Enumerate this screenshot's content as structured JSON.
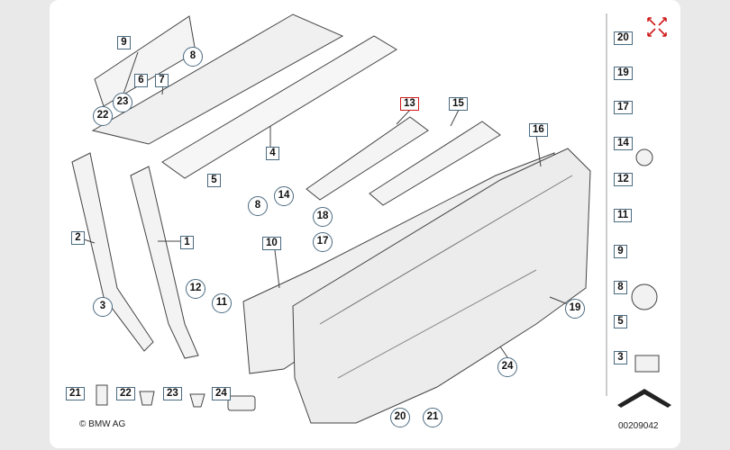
{
  "diagram": {
    "labels": {
      "l1": "1",
      "l2": "2",
      "l3": "3",
      "l4": "4",
      "l5": "5",
      "l6": "6",
      "l7": "7",
      "l8": "8",
      "l8b": "8",
      "l9": "9",
      "l10": "10",
      "l11": "11",
      "l12": "12",
      "l13": "13",
      "l14": "14",
      "l15": "15",
      "l16": "16",
      "l17": "17",
      "l18": "18",
      "l19": "19",
      "l20": "20",
      "l21": "21",
      "l22": "22",
      "l23": "23",
      "l24": "24",
      "r20": "20",
      "r19": "19",
      "r17": "17",
      "r14": "14",
      "r12": "12",
      "r11": "11",
      "r9": "9",
      "r8": "8",
      "r5": "5",
      "r3": "3",
      "b21": "21",
      "b22": "22",
      "b23": "23",
      "b24": "24"
    },
    "copyright": "© BMW AG",
    "part_number": "00209042",
    "highlight_color": "#d11a1a",
    "expand_icon": "expand-arrows-icon"
  }
}
